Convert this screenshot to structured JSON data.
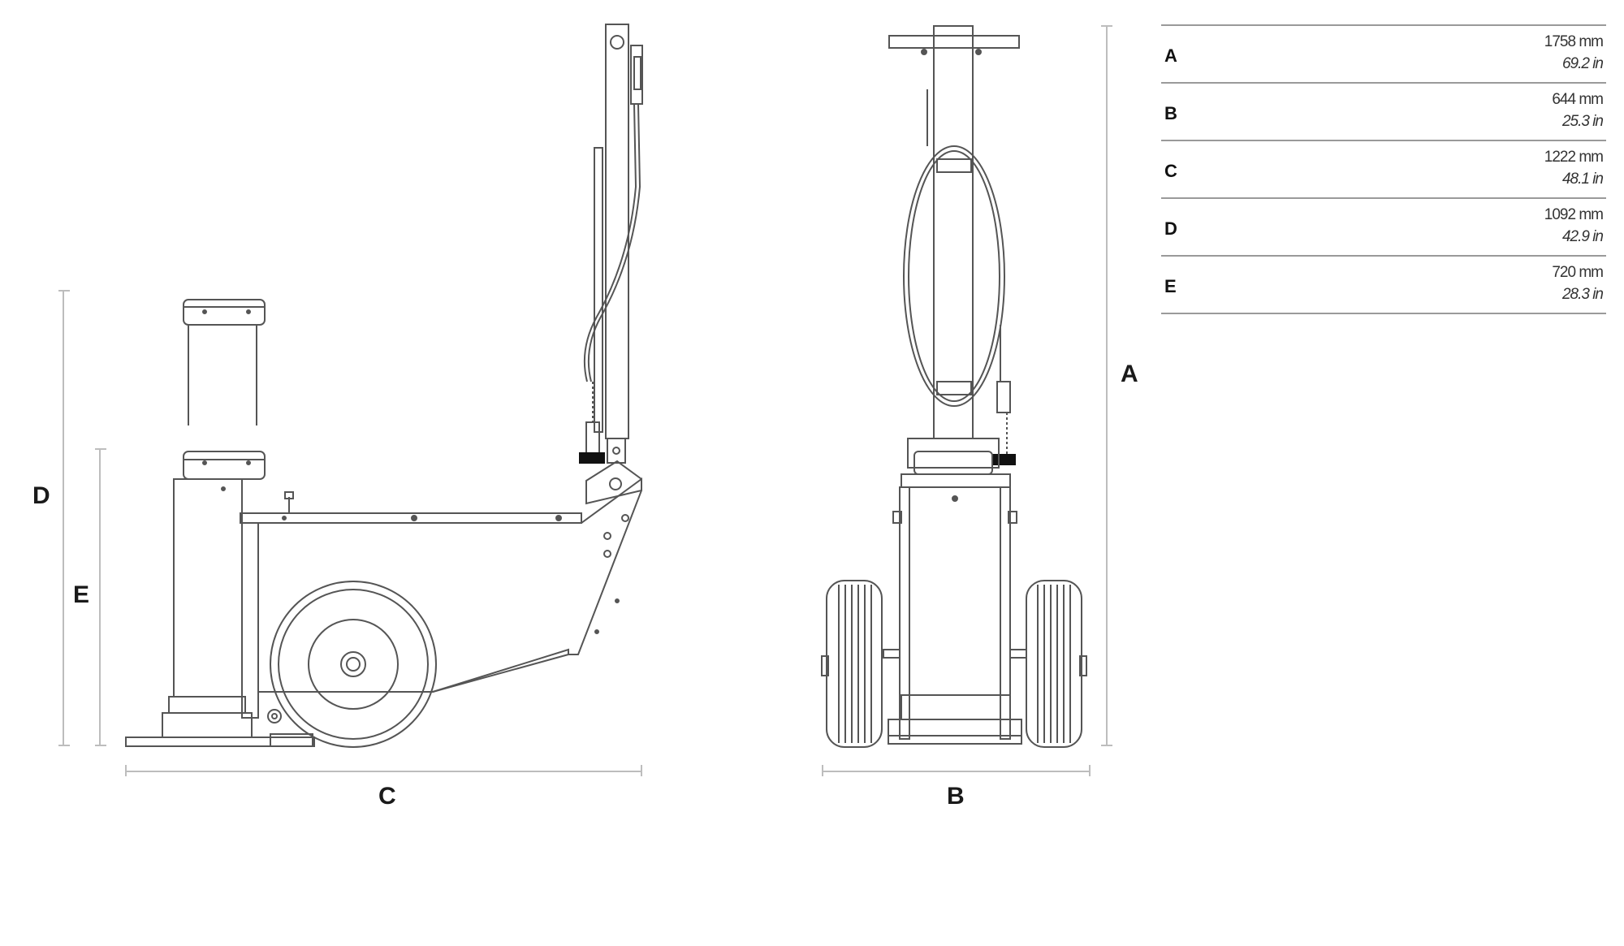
{
  "dimension_letters": {
    "a": "A",
    "b": "B",
    "c": "C",
    "d": "D",
    "e": "E"
  },
  "specs": [
    {
      "label": "A",
      "mm": "1758 mm",
      "in": "69.2 in"
    },
    {
      "label": "B",
      "mm": "644 mm",
      "in": "25.3 in"
    },
    {
      "label": "C",
      "mm": "1222 mm",
      "in": "48.1 in"
    },
    {
      "label": "D",
      "mm": "1092 mm",
      "in": "42.9 in"
    },
    {
      "label": "E",
      "mm": "720 mm",
      "in": "28.3 in"
    }
  ],
  "colors": {
    "line": "#555555",
    "dimension_line": "#bdbdbd",
    "rule": "#9a9a9a",
    "knob": "#111111"
  }
}
